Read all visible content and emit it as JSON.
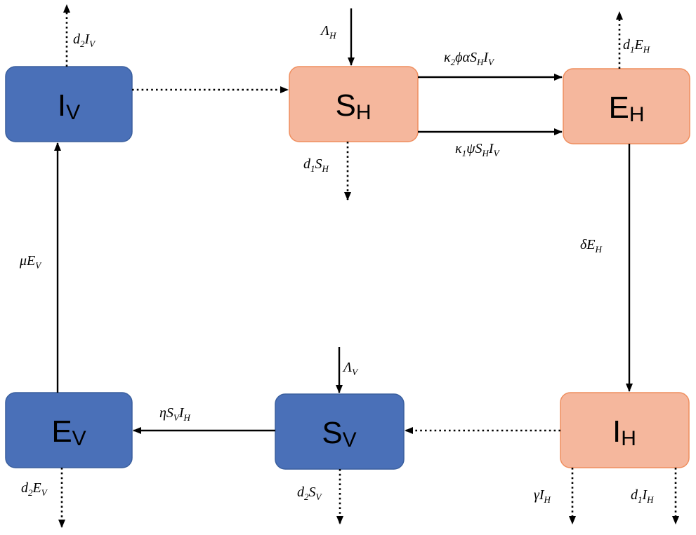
{
  "colors": {
    "vector_fill": "#4a70b8",
    "vector_stroke": "#3a5f9e",
    "host_fill": "#f5b79d",
    "host_stroke": "#ef8e5e",
    "arrow": "#000000"
  },
  "nodes": {
    "iv": {
      "main": "I",
      "sub": "V"
    },
    "sh": {
      "main": "S",
      "sub": "H"
    },
    "eh": {
      "main": "E",
      "sub": "H"
    },
    "ev": {
      "main": "E",
      "sub": "V"
    },
    "sv": {
      "main": "S",
      "sub": "V"
    },
    "ih": {
      "main": "I",
      "sub": "H"
    }
  },
  "rates": {
    "d2iv": {
      "main": "d",
      "sub": "2",
      "main2": "I",
      "sub2": "V"
    },
    "lh": {
      "main": "Λ",
      "sub": "H"
    },
    "k2": {
      "main": "κ",
      "sub": "2",
      "main2": "ϕαS",
      "sub2": "H",
      "main3": "I",
      "sub3": "V"
    },
    "k1": {
      "main": "κ",
      "sub": "1",
      "main2": "ψS",
      "sub2": "H",
      "main3": "I",
      "sub3": "V"
    },
    "d1eh": {
      "main": "d",
      "sub": "1",
      "main2": "E",
      "sub2": "H"
    },
    "d1sh": {
      "main": "d",
      "sub": "1",
      "main2": "S",
      "sub2": "H"
    },
    "delta": {
      "main": "δE",
      "sub": "H"
    },
    "mu": {
      "main": "μE",
      "sub": "V"
    },
    "lv": {
      "main": "Λ",
      "sub": "V"
    },
    "eta": {
      "main": "ηS",
      "sub": "V",
      "main2": "I",
      "sub2": "H"
    },
    "d2ev": {
      "main": "d",
      "sub": "2",
      "main2": "E",
      "sub2": "V"
    },
    "d2sv": {
      "main": "d",
      "sub": "2",
      "main2": "S",
      "sub2": "V"
    },
    "gamma": {
      "main": "γI",
      "sub": "H"
    },
    "d1ih": {
      "main": "d",
      "sub": "1",
      "main2": "I",
      "sub2": "H"
    }
  }
}
